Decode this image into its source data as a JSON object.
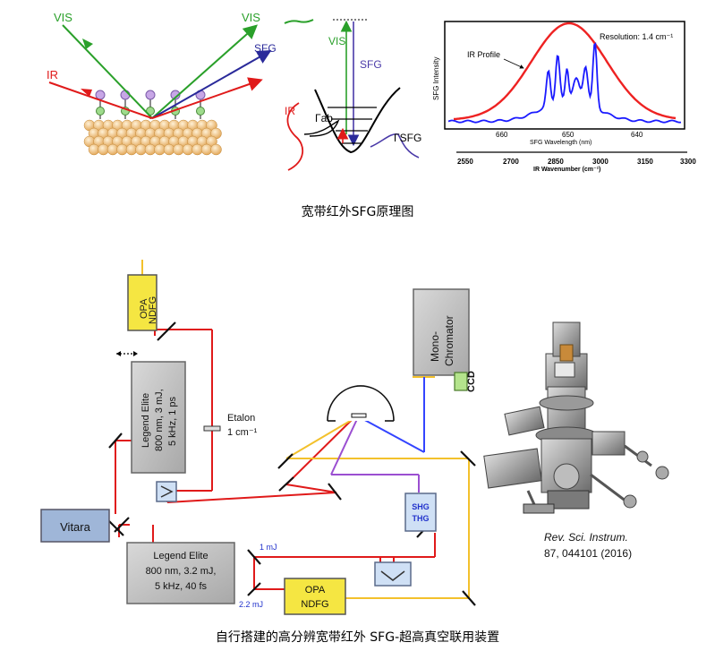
{
  "panel_a": {
    "vis_left": "VIS",
    "vis_right": "VIS",
    "sfg": "SFG",
    "ir": "IR"
  },
  "panel_b": {
    "vis": "VIS",
    "sfg": "SFG",
    "ir": "IR",
    "gamma_ab": "Γab",
    "gamma_sfg": "ΓSFG"
  },
  "panel_c": {
    "resolution": "Resolution: 1.4 cm⁻¹",
    "ir_profile": "IR Profile",
    "ylabel": "SFG Intensity",
    "top_axis_label": "SFG Wavelength (nm)",
    "bottom_axis_label": "IR Wavenumber (cm⁻¹)",
    "top_ticks": [
      "660",
      "650",
      "640"
    ],
    "bottom_ticks": [
      "2550",
      "2700",
      "2850",
      "3000",
      "3150",
      "3300"
    ],
    "colors": {
      "ir_profile": "#ee2222",
      "sfg_spectrum": "#1a1aff"
    }
  },
  "caption_top": "宽带红外SFG原理图",
  "setup": {
    "opa_top": [
      "OPA",
      "NDFG"
    ],
    "legend1": [
      "Legend Elite",
      "800 nm, 3 mJ,",
      "5 kHz, 1 ps"
    ],
    "etalon": [
      "Etalon",
      "1 cm⁻¹"
    ],
    "mono": [
      "Mono-",
      "Chromator"
    ],
    "ccd": "CCD",
    "vitara": "Vitara",
    "shg": [
      "SHG",
      "THG"
    ],
    "legend2": [
      "Legend Elite",
      "800 nm, 3.2 mJ,",
      "5 kHz, 40 fs"
    ],
    "opa_bottom": [
      "OPA",
      "NDFG"
    ],
    "one_mj": "1 mJ",
    "two_mj": "2.2 mJ",
    "ref_journal": "Rev. Sci. Instrum.",
    "ref_num": "87, 044101 (2016)"
  },
  "caption_bottom": "自行搭建的高分辨宽带红外 SFG-超高真空联用装置"
}
